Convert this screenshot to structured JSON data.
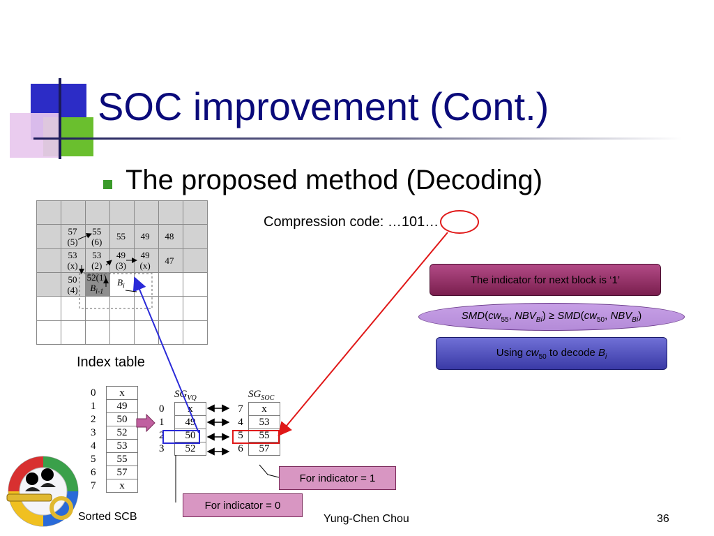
{
  "slide": {
    "title": "SOC improvement (Cont.)",
    "bullet": "The proposed method (Decoding)",
    "compression_code": {
      "prefix": "Compression code: …",
      "highlight": "101",
      "suffix": "…"
    },
    "index_caption": "Index table",
    "footer_author": "Yung-Chen Chou",
    "page_number": "36",
    "sorted_caption": "Sorted SCB"
  },
  "index_grid": {
    "rows": [
      [
        "",
        "",
        "",
        "",
        "",
        "",
        ""
      ],
      [
        "",
        "57\n(5)",
        "55\n(6)",
        "55",
        "49",
        "48",
        ""
      ],
      [
        "",
        "53\n(x)",
        "53\n(2)",
        "49\n(3)",
        "49\n(x)",
        "47",
        ""
      ],
      [
        "",
        "50\n(4)",
        "52(1)\nBi-1",
        "Bi",
        "",
        "",
        ""
      ],
      [
        "",
        "",
        "",
        "",
        "",
        "",
        ""
      ],
      [
        "",
        "",
        "",
        "",
        "",
        "",
        ""
      ]
    ]
  },
  "sorted_scb": {
    "indices": [
      "0",
      "1",
      "2",
      "3",
      "4",
      "5",
      "6",
      "7"
    ],
    "values": [
      "x",
      "49",
      "50",
      "52",
      "53",
      "55",
      "57",
      "x"
    ]
  },
  "sg_vq": {
    "label": "SG",
    "sub": "VQ",
    "indices": [
      "0",
      "1",
      "2",
      "3"
    ],
    "values": [
      "x",
      "49",
      "50",
      "52"
    ]
  },
  "sg_soc": {
    "label": "SG",
    "sub": "SOC",
    "indices": [
      "7",
      "4",
      "5",
      "6"
    ],
    "values": [
      "x",
      "53",
      "55",
      "57"
    ]
  },
  "boxes": {
    "indicator_next": "The indicator for next block is ‘1’",
    "smd": {
      "smd1": "SMD",
      "cw1": "cw",
      "cw1_sub": "55",
      "nbv1": "NBV",
      "nbv1_sub": "Bi",
      "op": "≥",
      "smd2": "SMD",
      "cw2": "cw",
      "cw2_sub": "50",
      "nbv2": "NBV",
      "nbv2_sub": "Bi"
    },
    "using": {
      "prefix": "Using ",
      "cw": "cw",
      "cw_sub": "50",
      "mid": " to decode ",
      "b": "B",
      "b_sub": "i"
    },
    "for_indicator_1": "For indicator = 1",
    "for_indicator_0": "For indicator = 0"
  },
  "colors": {
    "title": "#0a0a7a",
    "highlight_red": "#e01818",
    "highlight_blue": "#2a2ad8",
    "bullet_green": "#3a9a2a"
  }
}
